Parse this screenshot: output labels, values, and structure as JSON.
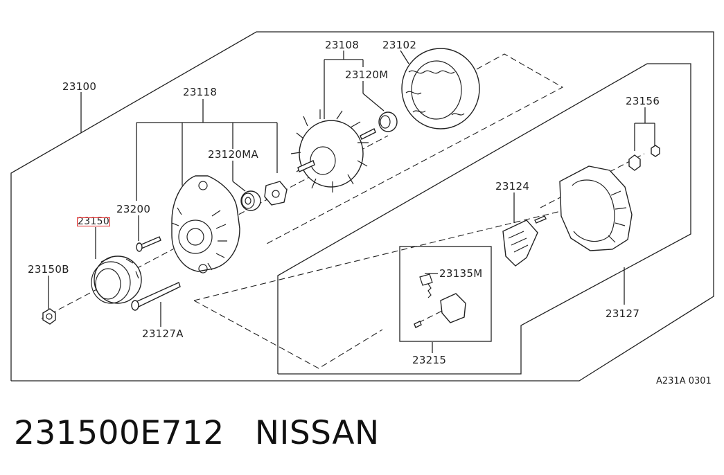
{
  "diagram": {
    "labels": {
      "p23100": "23100",
      "p23118": "23118",
      "p23108": "23108",
      "p23102": "23102",
      "p23120M": "23120M",
      "p23120MA": "23120MA",
      "p23200": "23200",
      "p23150": "23150",
      "p23150B": "23150B",
      "p23127A": "23127A",
      "p23156": "23156",
      "p23124": "23124",
      "p23135M": "23135M",
      "p23215": "23215",
      "p23127": "23127"
    },
    "reference": "A231A 0301",
    "highlight_color": "#e02020"
  },
  "caption": {
    "part_number": "231500E712",
    "brand": "NISSAN"
  }
}
